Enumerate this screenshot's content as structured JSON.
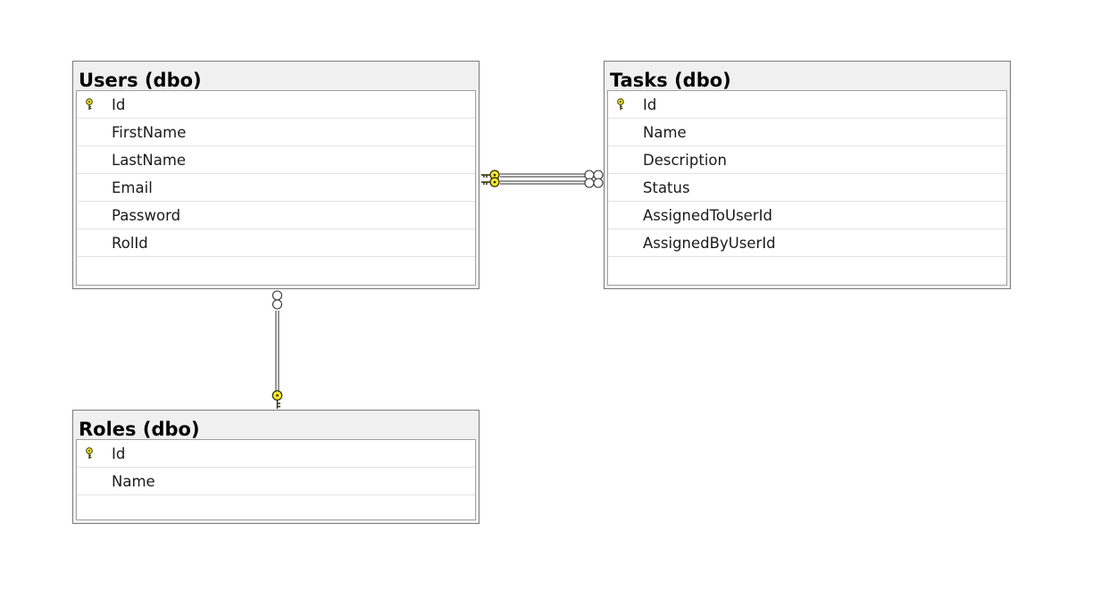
{
  "icons": {
    "primary_key": "key-icon",
    "many_end": "infinity-icon"
  },
  "colors": {
    "key_fill": "#f5e62a",
    "key_stroke": "#2a2a00",
    "connector": "#555555"
  },
  "tables": {
    "users": {
      "title": "Users (dbo)",
      "columns": [
        {
          "name": "Id",
          "primary_key": true
        },
        {
          "name": "FirstName",
          "primary_key": false
        },
        {
          "name": "LastName",
          "primary_key": false
        },
        {
          "name": "Email",
          "primary_key": false
        },
        {
          "name": "Password",
          "primary_key": false
        },
        {
          "name": "RolId",
          "primary_key": false
        }
      ]
    },
    "tasks": {
      "title": "Tasks (dbo)",
      "columns": [
        {
          "name": "Id",
          "primary_key": true
        },
        {
          "name": "Name",
          "primary_key": false
        },
        {
          "name": "Description",
          "primary_key": false
        },
        {
          "name": "Status",
          "primary_key": false
        },
        {
          "name": "AssignedToUserId",
          "primary_key": false
        },
        {
          "name": "AssignedByUserId",
          "primary_key": false
        }
      ]
    },
    "roles": {
      "title": "Roles (dbo)",
      "columns": [
        {
          "name": "Id",
          "primary_key": true
        },
        {
          "name": "Name",
          "primary_key": false
        }
      ]
    }
  },
  "relationships": [
    {
      "from": "users",
      "to": "tasks",
      "one_end": "users",
      "many_end": "tasks"
    },
    {
      "from": "users",
      "to": "tasks",
      "one_end": "users",
      "many_end": "tasks"
    },
    {
      "from": "roles",
      "to": "users",
      "one_end": "roles",
      "many_end": "users"
    }
  ]
}
